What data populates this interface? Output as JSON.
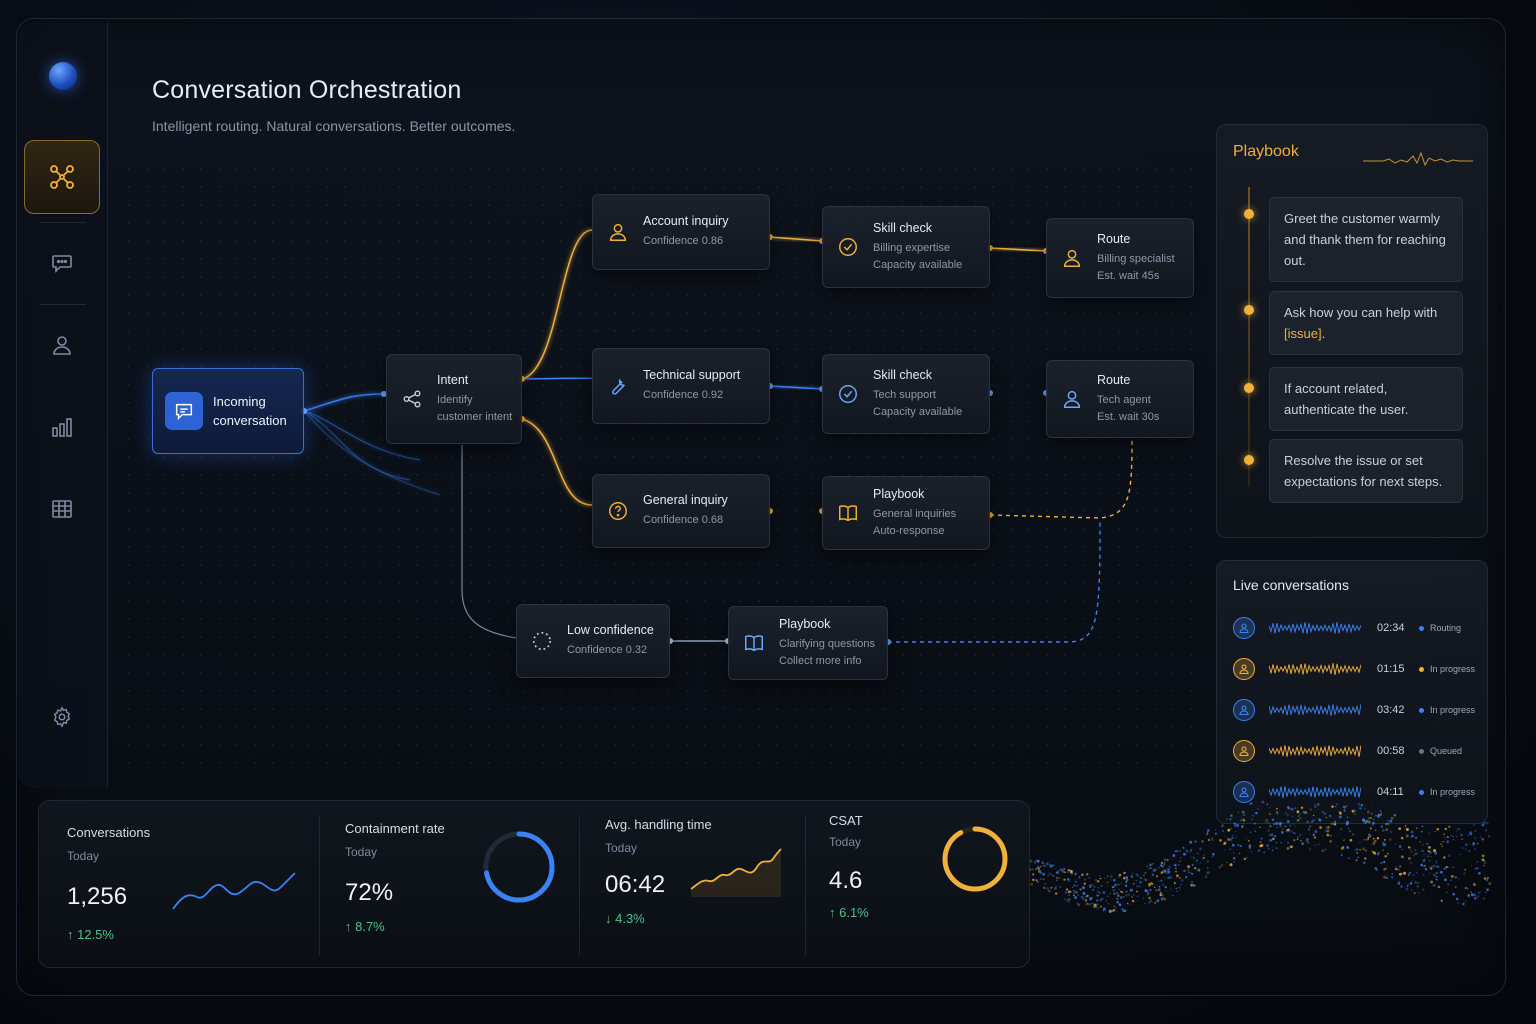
{
  "header": {
    "title": "Conversation Orchestration",
    "subtitle": "Intelligent routing. Natural conversations. Better outcomes."
  },
  "sidebar": {
    "items": [
      {
        "icon": "flow-icon",
        "active": true
      },
      {
        "icon": "chat-icon"
      },
      {
        "icon": "user-icon"
      },
      {
        "icon": "analytics-icon"
      },
      {
        "icon": "table-icon"
      },
      {
        "icon": "settings-icon"
      }
    ]
  },
  "flow": {
    "incoming": {
      "label": "Incoming conversation"
    },
    "intent": {
      "title": "Intent",
      "line1": "Identify",
      "line2": "customer intent"
    },
    "account": {
      "title": "Account inquiry",
      "sub": "Confidence 0.86"
    },
    "technical": {
      "title": "Technical support",
      "sub": "Confidence 0.92"
    },
    "general": {
      "title": "General inquiry",
      "sub": "Confidence 0.68"
    },
    "low": {
      "title": "Low confidence",
      "sub": "Confidence 0.32"
    },
    "skill1": {
      "title": "Skill check",
      "line1": "Billing expertise",
      "line2": "Capacity available"
    },
    "skill2": {
      "title": "Skill check",
      "line1": "Tech support",
      "line2": "Capacity available"
    },
    "playbook1": {
      "title": "Playbook",
      "line1": "General inquiries",
      "line2": "Auto-response"
    },
    "playbook2": {
      "title": "Playbook",
      "line1": "Clarifying questions",
      "line2": "Collect more info"
    },
    "route1": {
      "title": "Route",
      "line1": "Billing specialist",
      "line2": "Est. wait 45s"
    },
    "route2": {
      "title": "Route",
      "line1": "Tech agent",
      "line2": "Est. wait 30s"
    }
  },
  "playbook": {
    "title": "Playbook",
    "steps": [
      {
        "text": "Greet the customer warmly and thank them for reaching out."
      },
      {
        "text_before": "Ask how you can help with ",
        "highlight": "[issue]",
        "text_after": "."
      },
      {
        "text": "If account related, authenticate the user."
      },
      {
        "text": "Resolve the issue or set expectations for next steps."
      }
    ]
  },
  "live": {
    "title": "Live conversations",
    "rows": [
      {
        "time": "02:34",
        "status": "Routing",
        "color": "#3b82f6"
      },
      {
        "time": "01:15",
        "status": "In progress",
        "color": "#f0b03c"
      },
      {
        "time": "03:42",
        "status": "In progress",
        "color": "#3b82f6"
      },
      {
        "time": "00:58",
        "status": "Queued",
        "color": "#6b7280"
      },
      {
        "time": "04:11",
        "status": "In progress",
        "color": "#3b82f6"
      }
    ]
  },
  "stats": {
    "conversations": {
      "label": "Conversations",
      "sub": "Today",
      "value": "1,256",
      "change": "↑ 12.5%"
    },
    "containment": {
      "label": "Containment rate",
      "sub": "Today",
      "value": "72%",
      "change": "↑ 8.7%",
      "fraction": 0.72
    },
    "aht": {
      "label": "Avg. handling time",
      "sub": "Today",
      "value": "06:42",
      "change": "↓ 4.3%"
    },
    "csat": {
      "label": "CSAT",
      "sub": "Today",
      "value": "4.6",
      "change": "↑ 6.1%",
      "fraction": 0.92
    }
  },
  "colors": {
    "accent": "#f0b03c",
    "blue": "#3b82f6",
    "positive": "#4fc28a"
  }
}
